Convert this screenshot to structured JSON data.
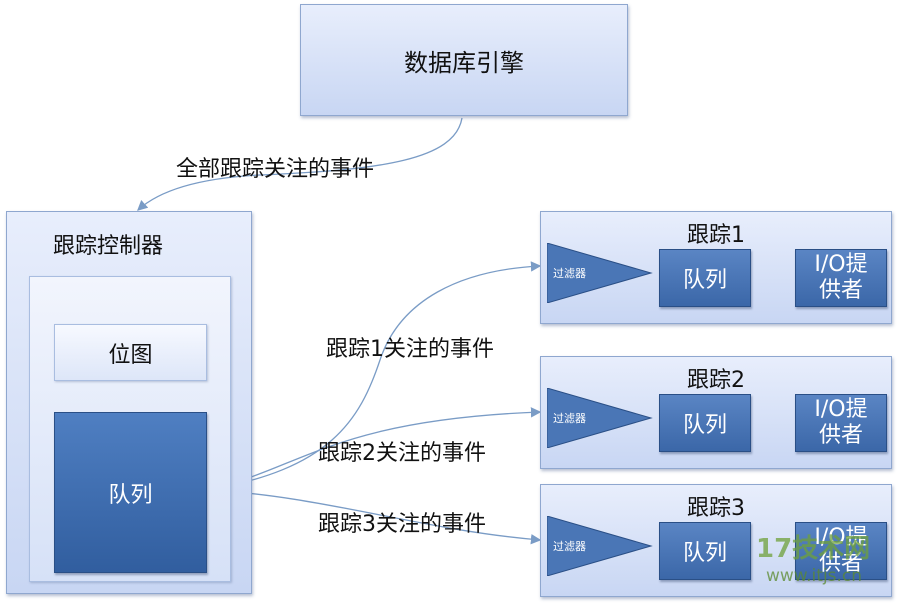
{
  "engine": {
    "label": "数据库引擎"
  },
  "engine_edge_label": "全部跟踪关注的事件",
  "controller": {
    "title": "跟踪控制器",
    "bitmap_label": "位图",
    "queue_label": "队列"
  },
  "edge_labels": [
    "跟踪1关注的事件",
    "跟踪2关注的事件",
    "跟踪3关注的事件"
  ],
  "traces": [
    {
      "title": "跟踪1",
      "filter": "过滤器",
      "queue": "队列",
      "provider_line1": "I/O提",
      "provider_line2": "供者"
    },
    {
      "title": "跟踪2",
      "filter": "过滤器",
      "queue": "队列",
      "provider_line1": "I/O提",
      "provider_line2": "供者"
    },
    {
      "title": "跟踪3",
      "filter": "过滤器",
      "queue": "队列",
      "provider_line1": "I/O提",
      "provider_line2": "供者"
    }
  ],
  "watermark": {
    "logo_text": "17技术网",
    "url": "www.itjs.cn"
  },
  "colors": {
    "box_fill": "#d4def5",
    "box_border": "#8fa7cf",
    "dark_fill": "#4a76b6",
    "arrow": "#7a9cc6"
  }
}
